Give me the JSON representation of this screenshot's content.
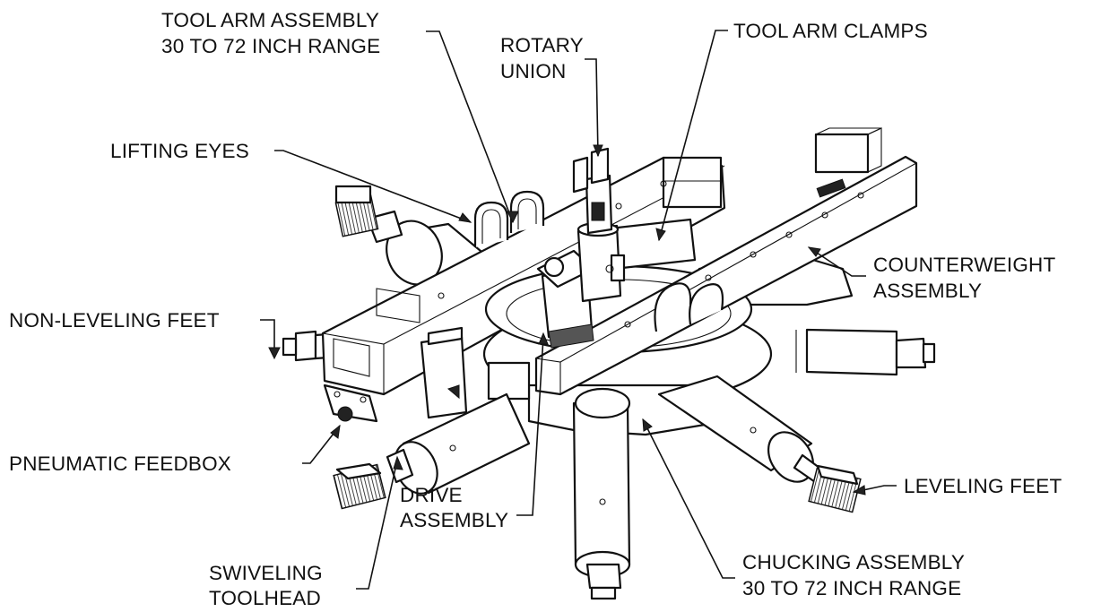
{
  "labels": {
    "tool_arm_assembly": [
      "TOOL ARM ASSEMBLY",
      "30 TO 72 INCH RANGE"
    ],
    "rotary_union": [
      "ROTARY",
      "UNION"
    ],
    "tool_arm_clamps": [
      "TOOL ARM CLAMPS"
    ],
    "lifting_eyes": [
      "LIFTING EYES"
    ],
    "counterweight_assembly": [
      "COUNTERWEIGHT",
      "ASSEMBLY"
    ],
    "non_leveling_feet": [
      "NON-LEVELING FEET"
    ],
    "pneumatic_feedbox": [
      "PNEUMATIC FEEDBOX"
    ],
    "leveling_feet": [
      "LEVELING FEET"
    ],
    "drive_assembly": [
      "DRIVE",
      "ASSEMBLY"
    ],
    "swiveling_toolhead": [
      "SWIVELING",
      "TOOLHEAD"
    ],
    "chucking_assembly": [
      "CHUCKING ASSEMBLY",
      "30 TO 72 INCH RANGE"
    ]
  }
}
